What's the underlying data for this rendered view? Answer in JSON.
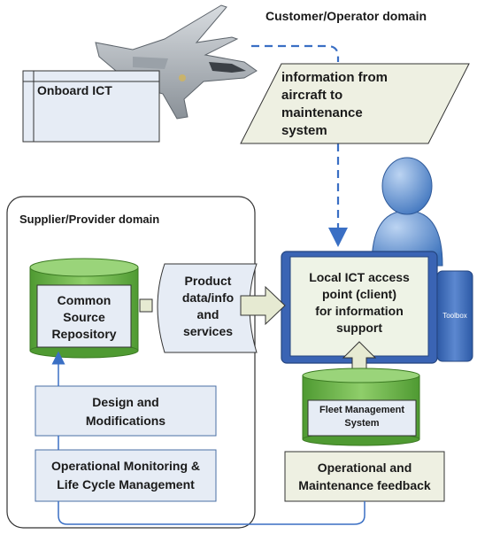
{
  "labels": {
    "customer_domain": "Customer/Operator domain",
    "supplier_domain": "Supplier/Provider domain",
    "onboard_ict": "Onboard ICT",
    "info_from_aircraft": [
      "information from",
      "aircraft to",
      "maintenance",
      "system"
    ],
    "common_source_repository": [
      "Common",
      "Source",
      "Repository"
    ],
    "product_data": [
      "Product",
      "data/info",
      "and",
      "services"
    ],
    "local_ict": [
      "Local ICT access",
      "point (client)",
      "for information",
      "support"
    ],
    "toolbox": "Toolbox",
    "design_modifications": [
      "Design and",
      "Modifications"
    ],
    "fleet_management": [
      "Fleet Management",
      "System"
    ],
    "operational_monitoring": [
      "Operational Monitoring &",
      "Life Cycle Management"
    ],
    "operational_feedback": [
      "Operational and",
      "Maintenance feedback"
    ]
  },
  "colors": {
    "box_fill": "#e6ecf5",
    "box_stroke": "#4a6fa5",
    "green": "#5aa83a",
    "parallelogram_fill": "#eef0e2",
    "monitor_blue": "#3a64b4",
    "screen_fill": "#eef3e6",
    "person_blue": "#6f9ed6",
    "arrow_fill": "#e6ead2",
    "dash_blue": "#3a6fc4"
  },
  "icons": [
    "fighter-jet-icon",
    "person-icon"
  ]
}
